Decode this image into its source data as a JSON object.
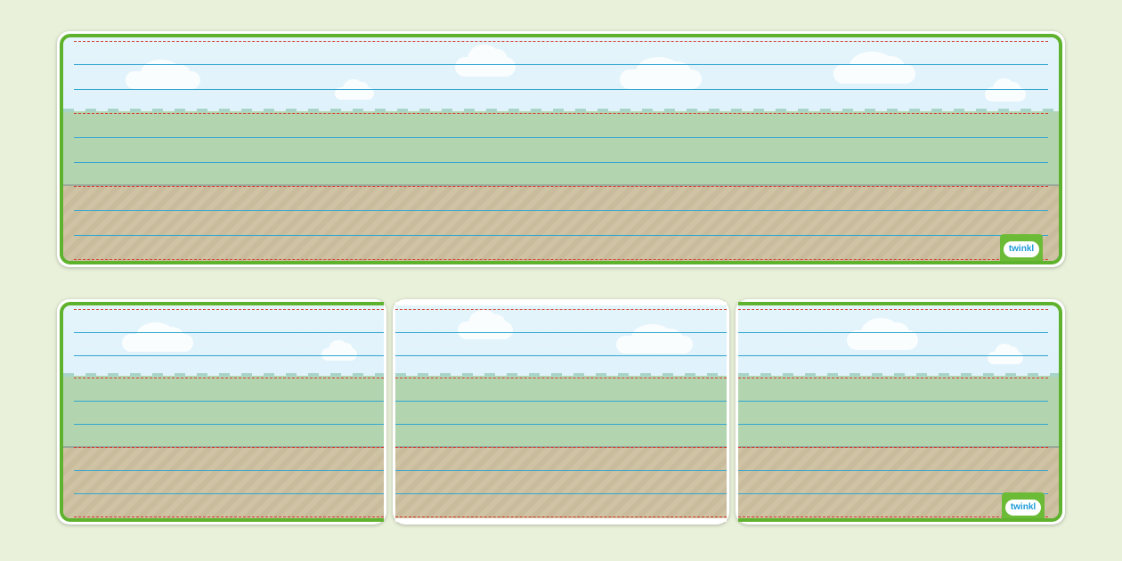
{
  "logo": {
    "text": "twinkl",
    "icon": "twinkl-cloud-logo"
  },
  "colors": {
    "background": "#e9f1da",
    "border": "#5fb22d",
    "sky": "#d7eefa",
    "grass": "#b2d5b0",
    "ground": "#ccc09f",
    "guide_line": "#33a6d0",
    "dashed_line": "#d63b2e"
  },
  "strips": [
    {
      "type": "single-strip",
      "segments": 1
    },
    {
      "type": "split-strip",
      "segments": 3
    }
  ]
}
